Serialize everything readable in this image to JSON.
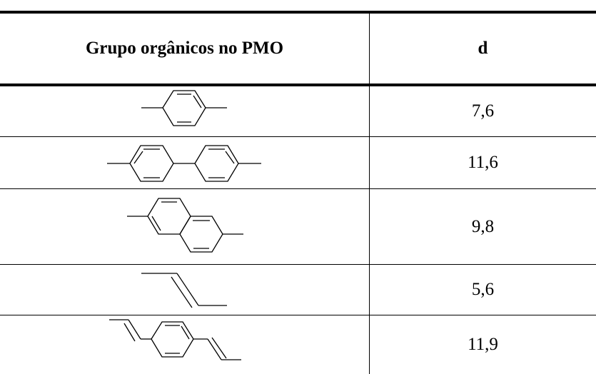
{
  "table": {
    "headers": {
      "group": "Grupo orgânicos no PMO",
      "d": "d"
    },
    "rows": [
      {
        "structure": "para-phenylene",
        "d": "7,6"
      },
      {
        "structure": "4,4'-biphenylene",
        "d": "11,6"
      },
      {
        "structure": "2,6-naphthylene",
        "d": "9,8"
      },
      {
        "structure": "ethenylene",
        "d": "5,6"
      },
      {
        "structure": "1,4-bis(vinyl)benzene",
        "d": "11,9"
      }
    ]
  },
  "colors": {
    "line": "#000000",
    "background": "#ffffff"
  }
}
